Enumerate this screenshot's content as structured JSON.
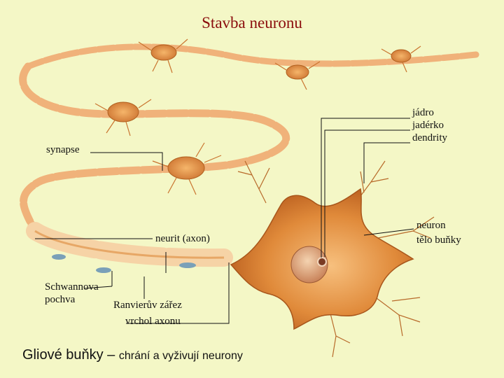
{
  "title": "Stavba neuronu",
  "labels": {
    "jadro": "jádro",
    "jaderko": "jadérko",
    "dendrity": "dendrity",
    "synapse": "synapse",
    "neurit": "neurit (axon)",
    "neuron": "neuron",
    "telo_bunky": "tělo buňky",
    "schwannova": "Schwannova",
    "pochva": "pochva",
    "ranvieruv": "Ranvierův zářez",
    "vrchol": "vrchol axonu"
  },
  "footer": {
    "main": "Gliové buňky",
    "dash": " – ",
    "sub": "chrání a vyživují neurony"
  },
  "colors": {
    "background": "#f4f7c6",
    "title": "#8b0d0d",
    "cell_body": "#e08a3a",
    "axon": "#f0b27a",
    "myelin": "#f6d3a6",
    "line": "#111111"
  }
}
